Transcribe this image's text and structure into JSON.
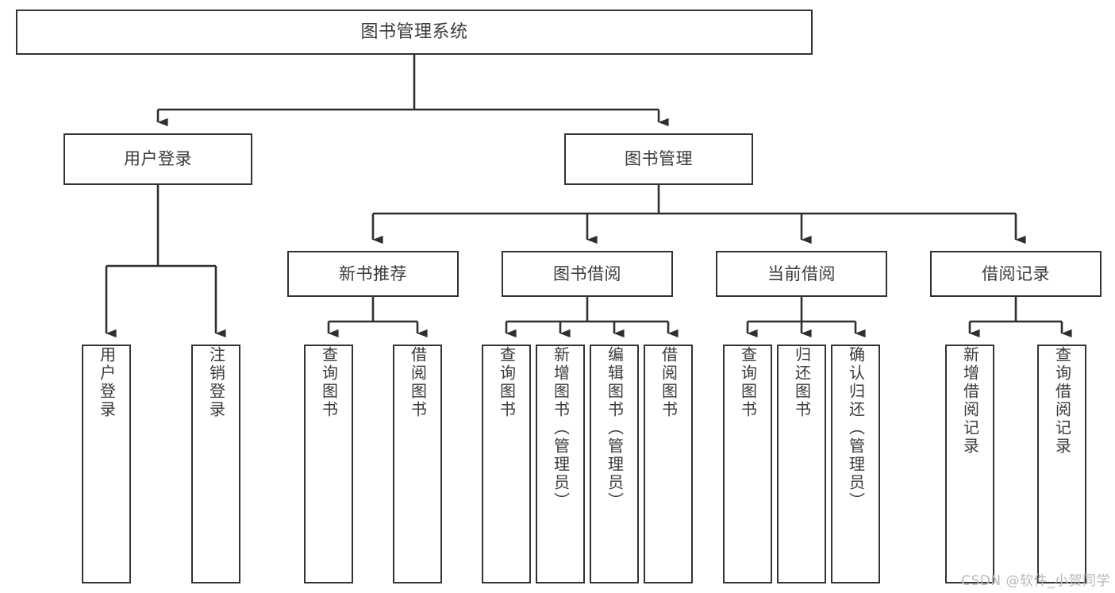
{
  "diagram": {
    "title": "图书管理系统",
    "type": "tree-hierarchy-chart",
    "root": {
      "id": "root",
      "label": "图书管理系统"
    },
    "level2": [
      {
        "id": "user-login",
        "label": "用户登录"
      },
      {
        "id": "book-manage",
        "label": "图书管理"
      }
    ],
    "level3": [
      {
        "id": "new-book-recommend",
        "label": "新书推荐"
      },
      {
        "id": "book-borrow",
        "label": "图书借阅"
      },
      {
        "id": "current-borrow",
        "label": "当前借阅"
      },
      {
        "id": "borrow-record",
        "label": "借阅记录"
      }
    ],
    "leaves": {
      "user_login": [
        {
          "id": "leaf-user-login",
          "label": "用户登录"
        },
        {
          "id": "leaf-logout-login",
          "label": "注销登录"
        }
      ],
      "new_book_recommend": [
        {
          "id": "leaf-query-book-1",
          "label": "查询图书"
        },
        {
          "id": "leaf-borrow-book-1",
          "label": "借阅图书"
        }
      ],
      "book_borrow": [
        {
          "id": "leaf-query-book-2",
          "label": "查询图书"
        },
        {
          "id": "leaf-add-book",
          "label": "新增图书（管理员）"
        },
        {
          "id": "leaf-edit-book",
          "label": "编辑图书（管理员）"
        },
        {
          "id": "leaf-borrow-book-2",
          "label": "借阅图书"
        }
      ],
      "current_borrow": [
        {
          "id": "leaf-query-book-3",
          "label": "查询图书"
        },
        {
          "id": "leaf-return-book",
          "label": "归还图书"
        },
        {
          "id": "leaf-confirm-return",
          "label": "确认归还（管理员）"
        }
      ],
      "borrow_record": [
        {
          "id": "leaf-add-record",
          "label": "新增借阅记录"
        },
        {
          "id": "leaf-query-record",
          "label": "查询借阅记录"
        }
      ]
    }
  },
  "watermark": {
    "text": "CSDN @软件_小贺同学"
  },
  "colors": {
    "background": "#ffffff",
    "box_border": "#333333",
    "text": "#3a3a3a",
    "connector": "#2f2f2f",
    "watermark": "#b9b9b9"
  }
}
